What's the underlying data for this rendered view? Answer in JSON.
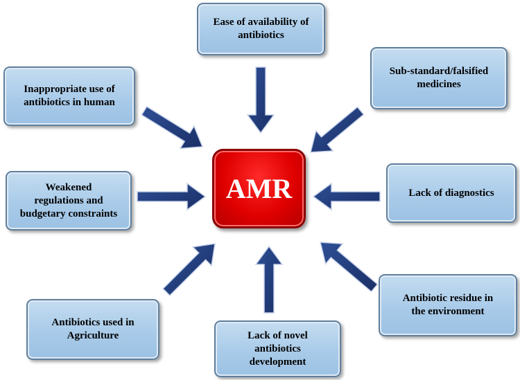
{
  "center": {
    "label": "AMR"
  },
  "factors": {
    "top": "Ease of availability of\nantibiotics",
    "top_right": "Sub-standard/falsified\nmedicines",
    "top_left": "Inappropriate use of\nantibiotics in human",
    "left": "Weakened\nregulations and\nbudgetary constraints",
    "right": "Lack of diagnostics",
    "bottom_left": "Antibiotics used in\nAgriculture",
    "bottom": "Lack of novel\nantibiotics\ndevelopment",
    "bottom_right": "Antibiotic residue in\nthe environment"
  },
  "colors": {
    "box_fill": "#a9cbe9",
    "box_border": "#5f7f9c",
    "arrow": "#1f3a78",
    "center_fill": "#e00000"
  }
}
